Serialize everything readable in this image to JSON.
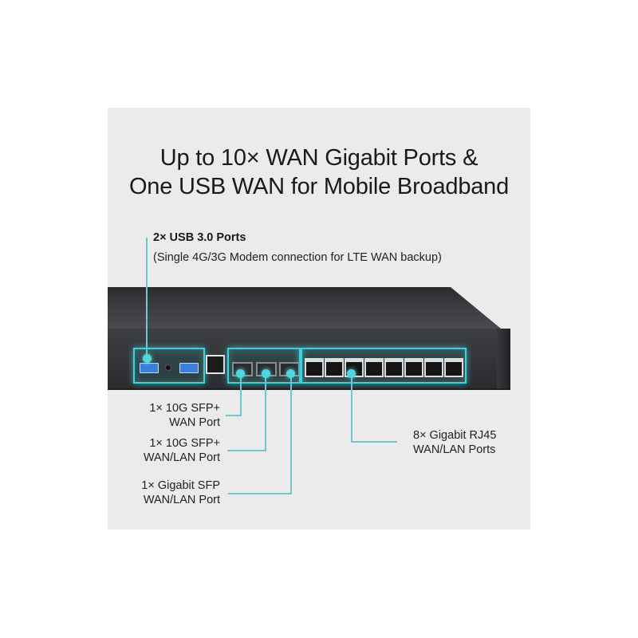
{
  "title": {
    "line1": "Up to 10× WAN Gigabit Ports &",
    "line2": "One USB WAN for Mobile Broadband"
  },
  "usb_callout": {
    "heading": "2× USB 3.0 Ports",
    "description": "(Single 4G/3G Modem connection for LTE WAN backup)"
  },
  "port_callouts": [
    {
      "line1": "1× 10G SFP+",
      "line2": "WAN Port"
    },
    {
      "line1": "1× 10G SFP+",
      "line2": "WAN/LAN Port"
    },
    {
      "line1": "1× Gigabit SFP",
      "line2": "WAN/LAN Port"
    },
    {
      "line1": "8× Gigabit RJ45",
      "line2": "WAN/LAN Ports"
    }
  ],
  "colors": {
    "panel_background": "#ebebeb",
    "highlight_accent": "#3fd0da",
    "callout_line": "#6fc7d1",
    "device_body": "#333437"
  },
  "device": {
    "usb_ports": 2,
    "console_ports": 1,
    "sfp_ports": 3,
    "rj45_ports": 8
  }
}
